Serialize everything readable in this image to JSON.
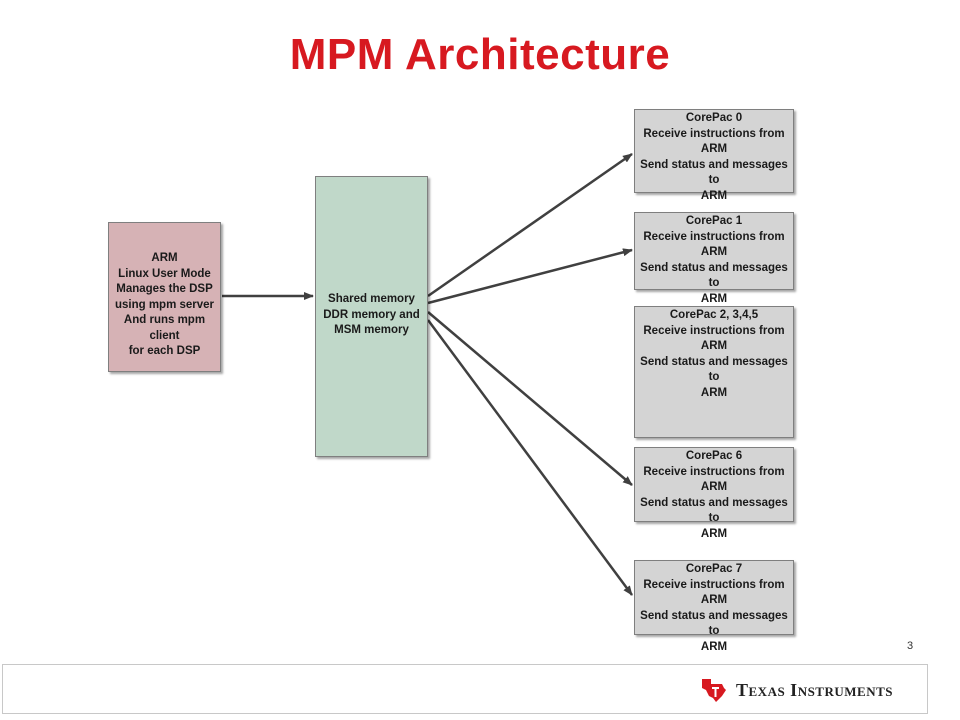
{
  "title": "MPM Architecture",
  "arm_box": [
    "ARM",
    "Linux User Mode",
    "Manages  the DSP",
    "using mpm server",
    "And runs mpm client",
    "for each DSP"
  ],
  "shared_box": [
    "Shared memory",
    "DDR memory and",
    "MSM memory"
  ],
  "cores": [
    {
      "id": "core0",
      "lines": [
        "CorePac 0",
        "Receive instructions from",
        "ARM",
        "Send status and messages to",
        "ARM"
      ]
    },
    {
      "id": "core1",
      "lines": [
        "CorePac 1",
        "Receive instructions from",
        "ARM",
        "Send status and messages to",
        "ARM"
      ]
    },
    {
      "id": "core2",
      "lines": [
        "CorePac 2, 3,4,5",
        "Receive instructions from",
        "ARM",
        "Send status and messages to",
        "ARM"
      ]
    },
    {
      "id": "core6",
      "lines": [
        "CorePac 6",
        "Receive instructions from",
        "ARM",
        "Send status and messages to",
        "ARM"
      ]
    },
    {
      "id": "core7",
      "lines": [
        "CorePac 7",
        "Receive instructions from",
        "ARM",
        "Send status and messages to",
        "ARM"
      ]
    }
  ],
  "page_number": "3",
  "logo_text": "Texas Instruments",
  "colors": {
    "title": "#d71920",
    "arm": "#d6b2b5",
    "shared": "#c0d8c9",
    "core": "#d4d4d4",
    "logo": "#d71920"
  }
}
